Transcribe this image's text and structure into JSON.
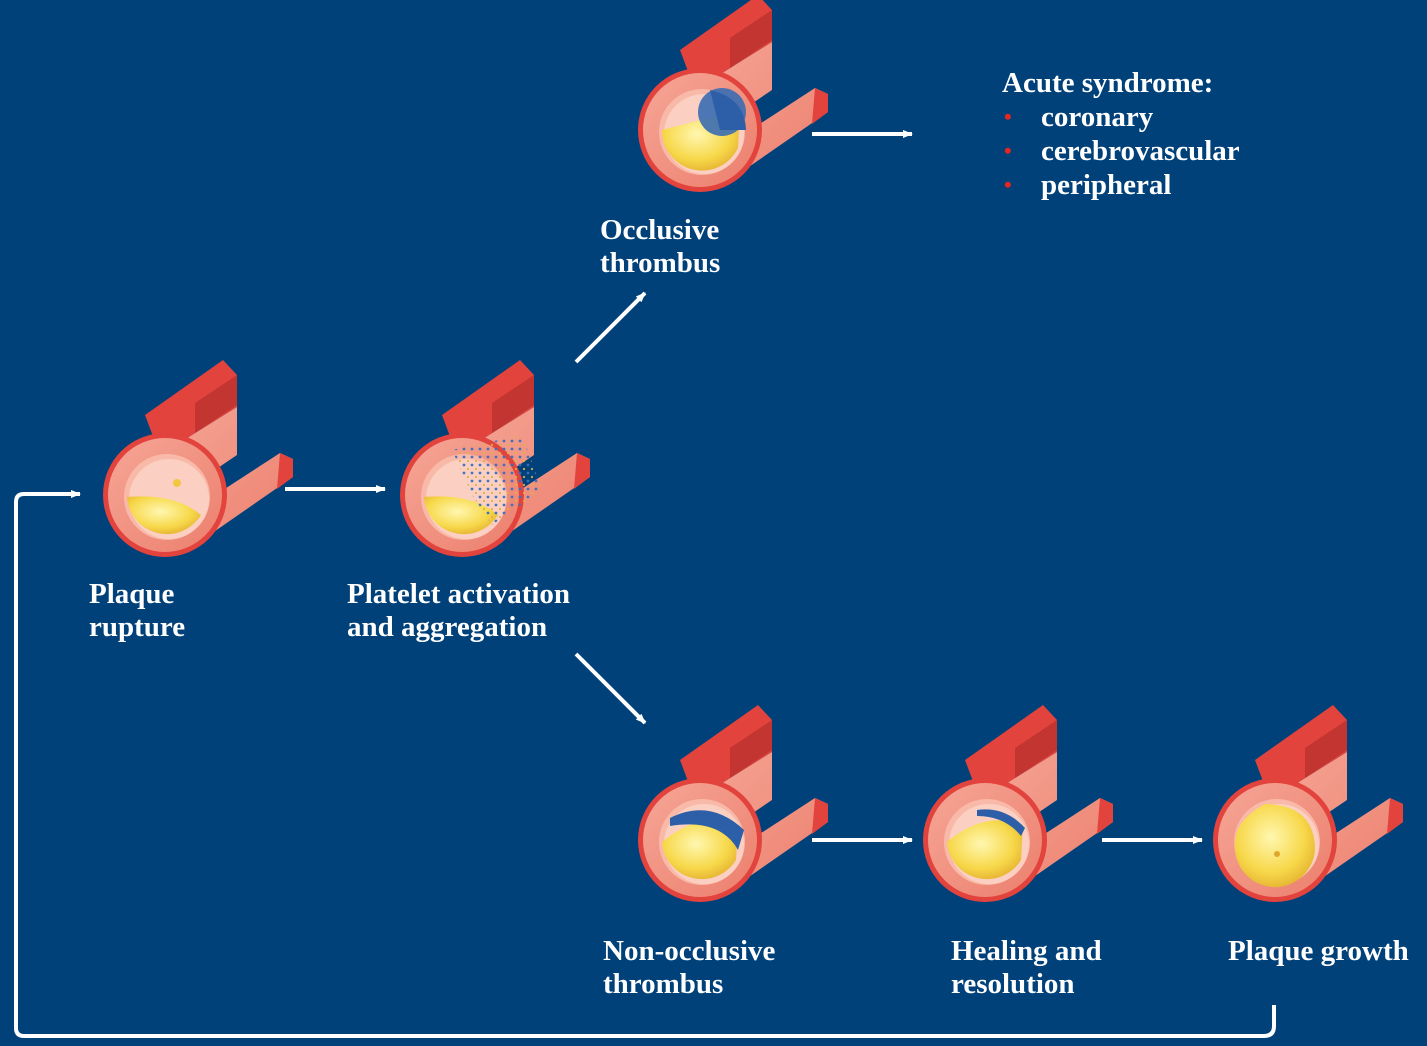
{
  "stages": {
    "plaque_rupture": [
      "Plaque",
      "rupture"
    ],
    "platelet": [
      "Platelet activation",
      "and aggregation"
    ],
    "occlusive": [
      "Occlusive",
      "thrombus"
    ],
    "non_occlusive": [
      "Non-occlusive",
      "thrombus"
    ],
    "healing": [
      "Healing and",
      "resolution"
    ],
    "growth": [
      "Plaque growth"
    ]
  },
  "acute": {
    "title": "Acute syndrome:",
    "items": [
      "coronary",
      "cerebrovascular",
      "peripheral"
    ]
  },
  "colors": {
    "background": "#00417a",
    "vessel_wall": "#f08a78",
    "vessel_outer": "#e2433d",
    "plaque": "#f7d84a",
    "thrombus": "#2c5fa8",
    "bullet": "#e8251f",
    "arrow": "#ffffff"
  }
}
